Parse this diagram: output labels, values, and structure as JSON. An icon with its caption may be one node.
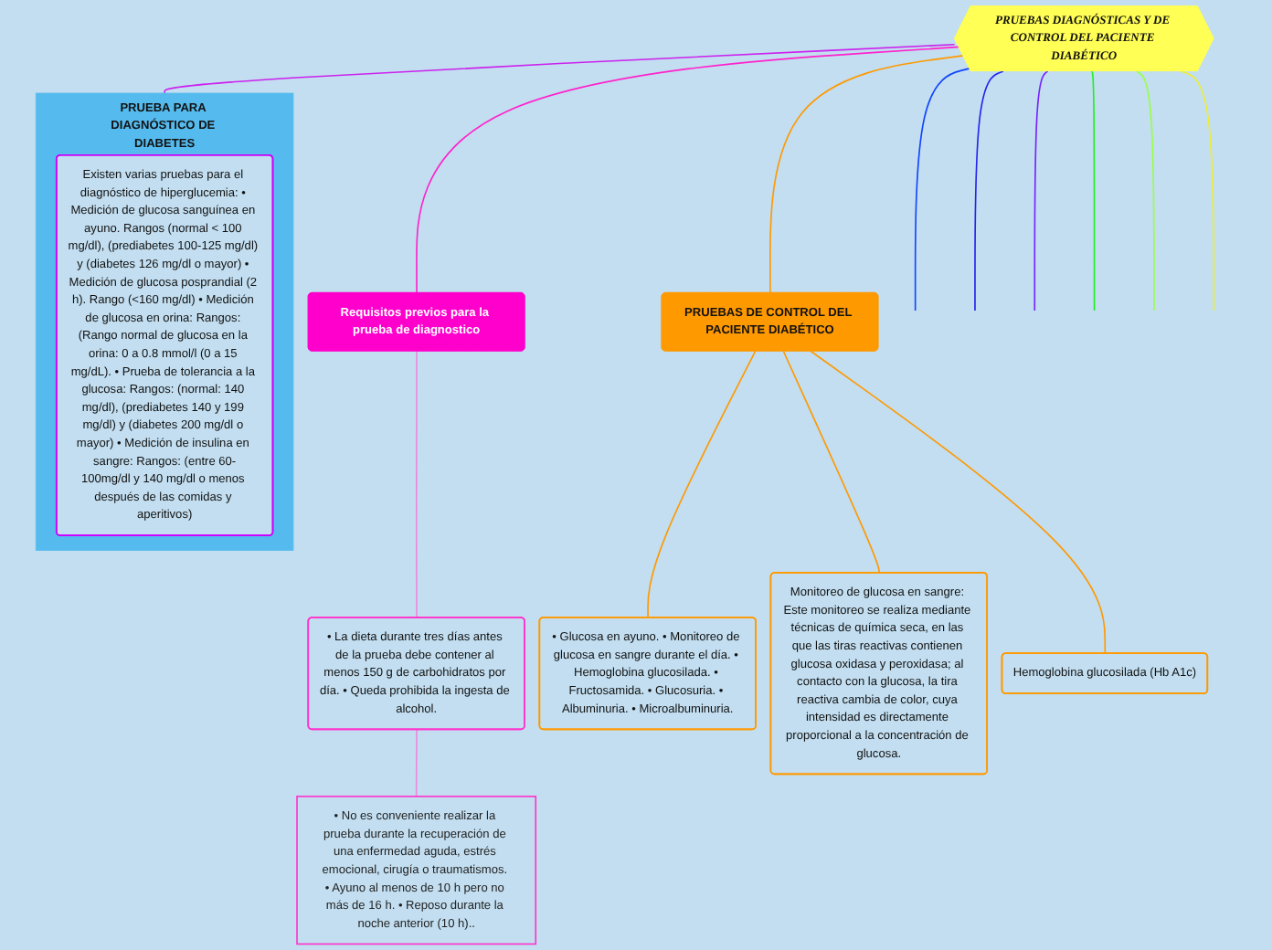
{
  "diagram": {
    "nodes": [
      {
        "text": [
          "PRUEBAS DIAGNÓSTICAS Y DE CONTROL DEL PACIENTE DIABÉTICO"
        ]
      },
      {
        "text": [
          "PRUEBA PARA DIAGNÓSTICO DE DIABETES"
        ]
      },
      {
        "text": [
          "Requisitos previos para la prueba de diagnostico"
        ]
      },
      {
        "text": [
          "PRUEBAS DE CONTROL DEL PACIENTE DIABÉTICO"
        ]
      },
      {
        "text": [
          "Existen varias pruebas para el diagnóstico de hiperglucemia: • Medición de glucosa sanguínea en ayuno. Rangos (normal < 100 mg/dl), (prediabetes 100-125 mg/dl) y (diabetes 126 mg/dl o mayor) • Medición de glucosa posprandial (2 h). Rango (<160 mg/dl) • Medición de glucosa en orina: Rangos: (Rango normal de glucosa en la orina: 0 a 0.8 mmol/l (0 a 15 mg/dL). • Prueba de tolerancia a la glucosa: Rangos: (normal: 140 mg/dl), (prediabetes 140 y 199 mg/dl) y (diabetes 200 mg/dl o mayor) • Medición de insulina en sangre: Rangos: (entre 60-100mg/dl y 140 mg/dl o menos después de las comidas y aperitivos)"
        ],
        "in": 1
      },
      {
        "text": [
          "• La dieta durante tres días antes de la prueba debe contener al menos 150 g de carbohidratos por día. • Queda prohibida la ingesta de alcohol."
        ]
      },
      {
        "text": [
          "• No es conveniente realizar la prueba durante la recuperación de una enfermedad aguda, estrés emocional, cirugía o traumatismos. • Ayuno al menos de 10 h pero no más de 16 h. • Reposo durante la noche anterior (10 h).."
        ]
      },
      {
        "text": [
          "• Glucosa en ayuno. • Monitoreo de glucosa en sangre durante el día. • Hemoglobina glucosilada. • Fructosamida. • Glucosuria. • Albuminuria. • Microalbuminuria."
        ]
      },
      {
        "text": [
          "Monitoreo de glucosa en sangre: Este monitoreo se realiza mediante técnicas de química seca, en las que las tiras reactivas contienen glucosa oxidasa y peroxidasa; al contacto con la glucosa, la tira reactiva cambia de color, cuya intensidad es directamente proporcional a la concentración de glucosa."
        ]
      },
      {
        "text": [
          "Hemoglobina glucosilada (Hb A1c)"
        ]
      }
    ],
    "edges": [
      {
        "from": 0,
        "to": 1,
        "arrow": "none",
        "color": "#cc22ee"
      },
      {
        "from": 0,
        "to": 2,
        "arrow": "none",
        "color": "#ff22cc"
      },
      {
        "from": 0,
        "to": 3,
        "arrow": "none"
      },
      {
        "from": 2,
        "to": 5,
        "arrow": "none",
        "color": "#ee88dd"
      },
      {
        "from": 5,
        "to": 6,
        "arrow": "none",
        "color": "#ee88dd"
      },
      {
        "from": 3,
        "to": 7,
        "arrow": "none"
      },
      {
        "from": 3,
        "to": 8,
        "arrow": "none"
      },
      {
        "from": 3,
        "to": 9,
        "arrow": "none"
      },
      {
        "from": 0,
        "to": null,
        "arrow": "none",
        "color": "#1144ff"
      },
      {
        "from": 0,
        "to": null,
        "arrow": "none",
        "color": "#2222ee"
      },
      {
        "from": 0,
        "to": null,
        "arrow": "none",
        "color": "#7722ff"
      },
      {
        "from": 0,
        "to": null,
        "arrow": "none",
        "color": "#22ee22"
      },
      {
        "from": 0,
        "to": null,
        "arrow": "none",
        "color": "#99ff44"
      },
      {
        "from": 0,
        "to": null,
        "arrow": "none",
        "color": "#eeee33"
      }
    ]
  }
}
